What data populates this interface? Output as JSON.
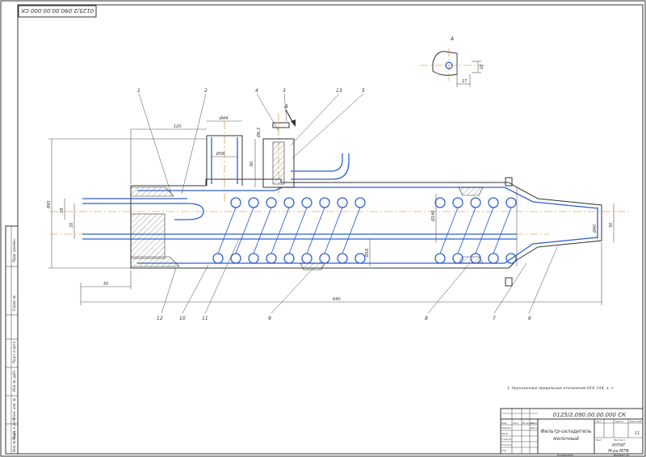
{
  "drawing": {
    "rotated_code": "0125/2.090.00.00.000 СК",
    "note": "1. Неуказанные предельные отклонения H14, h14, ±",
    "note_fraction": "IT",
    "view_label": "А",
    "section_label": "А",
    "detail_dims": {
      "d1": "17",
      "d2": "10"
    },
    "dimensions": {
      "overall_length": "640",
      "left_length": "50",
      "top_length": "120",
      "pipe_dia": "Ø44",
      "pipe_inner": "Ø36",
      "height_60": "60",
      "valve_dia": "Ø6,3",
      "left_height": "895",
      "d_small": "18",
      "d_35": "35",
      "right_dia1": "Ø40",
      "right_dia2": "50",
      "coil_dia1": "Ø140",
      "coil_dia2": "Ø16"
    },
    "callouts": [
      "1",
      "2",
      "4",
      "3",
      "13",
      "5",
      "12",
      "10",
      "11",
      "9",
      "8",
      "7",
      "6"
    ],
    "title_block": {
      "doc_code": "0125/2.090.00.00.000 СК",
      "name_line1": "Фильтр-охладитель",
      "name_line2": "молочный",
      "sheet_no": "11",
      "org_line1": "ХНТАТ",
      "org_line2": "М-ра МТФ",
      "lit_head": "Лит.",
      "mass_head": "Масса",
      "scale_head": "Масштаб",
      "sheet_head": "Лист",
      "sheets_head": "Листов 1",
      "copied": "Копировал",
      "format": "Формат А1",
      "left_rows": [
        "Изм.",
        "Лист",
        "№ докум.",
        "Подп.",
        "Дата"
      ],
      "roles": [
        "Разраб.",
        "Пров.",
        "Т.контр.",
        "",
        "Н.контр.",
        "Утв."
      ]
    },
    "left_strip": [
      "Перв. примен.",
      "Справ. №",
      "Подп. и дата",
      "Инв. № дубл.",
      "Взам. инв. №",
      "Подп. и дата",
      "Инв. № подл."
    ]
  }
}
